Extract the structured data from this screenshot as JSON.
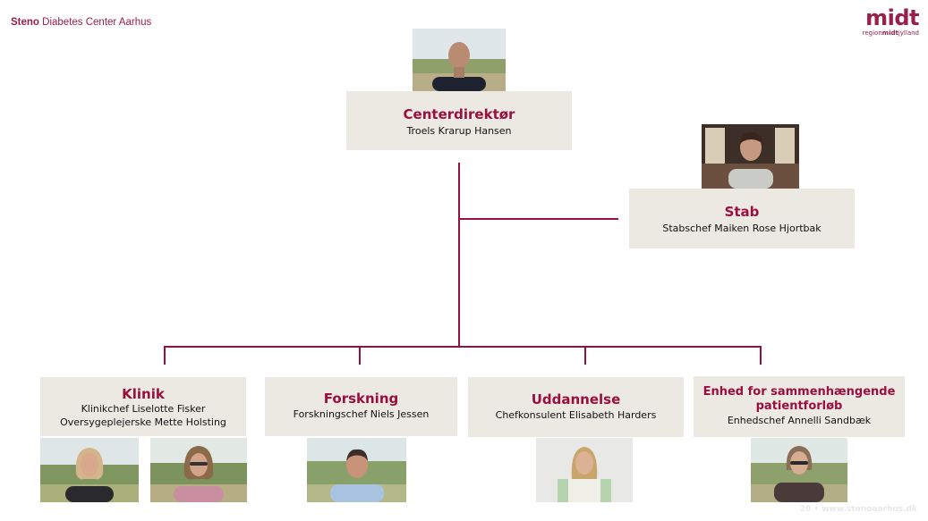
{
  "header": {
    "brand_strong": "Steno",
    "brand_rest": " Diabetes Center Aarhus",
    "logo_word": "midt",
    "logo_sub_1": "region",
    "logo_sub_2": "midt",
    "logo_sub_3": "jylland"
  },
  "org": {
    "director": {
      "title": "Centerdirektør",
      "person": "Troels Krarup Hansen"
    },
    "staff": {
      "title": "Stab",
      "person": "Stabschef Maiken Rose Hjortbak"
    },
    "units": [
      {
        "title": "Klinik",
        "person_1": "Klinikchef Liselotte Fisker",
        "person_2": "Oversygeplejerske Mette Holsting"
      },
      {
        "title": "Forskning",
        "person_1": "Forskningschef Niels Jessen"
      },
      {
        "title": "Uddannelse",
        "person_1": "Chefkonsulent Elisabeth Harders"
      },
      {
        "title_line_1": "Enhed for sammenhængende",
        "title_line_2": "patientforløb",
        "person_1": "Enhedschef Annelli Sandbæk"
      }
    ]
  },
  "footer": {
    "text": "20  •  www.stenoaarhus.dk"
  },
  "colors": {
    "accent": "#99103f",
    "box_bg": "#ece8e2"
  }
}
